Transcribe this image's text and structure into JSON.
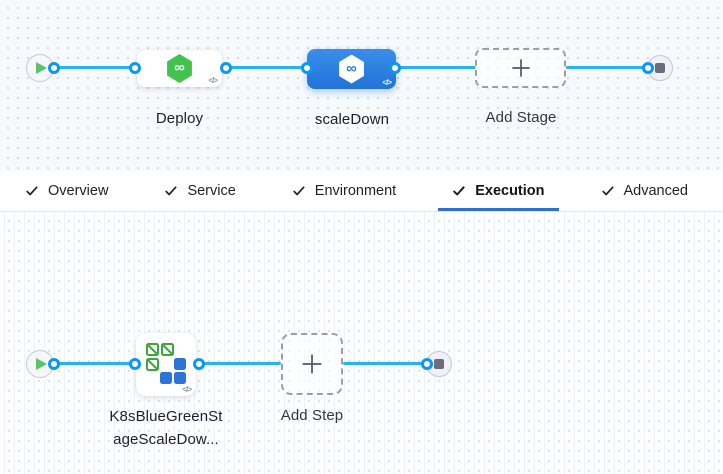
{
  "pipeline_graph": {
    "stages": [
      {
        "label": "Deploy"
      },
      {
        "label": "scaleDown"
      }
    ],
    "add_stage_label": "Add Stage"
  },
  "tabs": [
    {
      "label": "Overview",
      "checked": true,
      "active": false
    },
    {
      "label": "Service",
      "checked": true,
      "active": false
    },
    {
      "label": "Environment",
      "checked": true,
      "active": false
    },
    {
      "label": "Execution",
      "checked": true,
      "active": true
    },
    {
      "label": "Advanced",
      "checked": true,
      "active": false
    }
  ],
  "execution_graph": {
    "step_label_line1": "K8sBlueGreenSt",
    "step_label_line2": "ageScaleDow...",
    "add_step_label": "Add Step"
  },
  "icons": {
    "infinity_glyph": "∞",
    "code_glyph": "</>"
  },
  "colors": {
    "edge_blue": "#29b1f2",
    "connector_ring_blue": "#0b97f2",
    "selected_stage_blue": "#2b7fe3",
    "active_tab_underline": "#2f6fd0",
    "cd_green": "#42c34c",
    "k8s_green": "#3fa63f",
    "k8s_blue": "#2d74d8",
    "play_green": "#5bc368",
    "stop_gray": "#6b6d7e"
  }
}
